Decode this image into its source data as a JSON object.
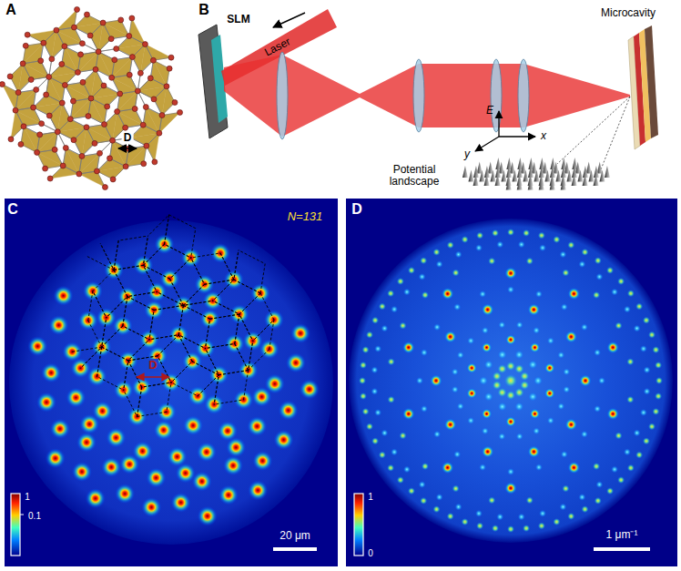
{
  "diagram": {
    "labels": [
      "A",
      "D",
      "B",
      "SLM",
      "Laser",
      "E",
      "x",
      "y",
      "Microcavity",
      "Potential landscape",
      "C",
      "N=131",
      "D",
      "1",
      "0.1",
      "20 μm",
      "D",
      "1",
      "0",
      "1 μm⁻¹"
    ]
  }
}
